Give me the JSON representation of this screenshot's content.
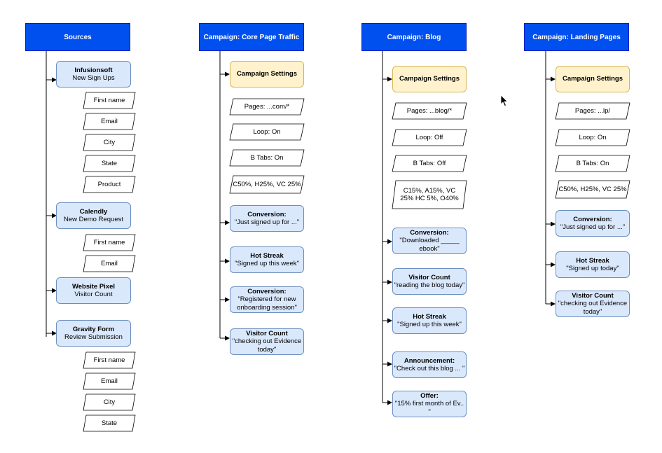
{
  "sources": {
    "header": "Sources",
    "groups": [
      {
        "title": "Infusionsoft",
        "subtitle": "New Sign Ups",
        "fields": [
          "First name",
          "Email",
          "City",
          "State",
          "Product"
        ]
      },
      {
        "title": "Calendly",
        "subtitle": "New Demo Request",
        "fields": [
          "First name",
          "Email"
        ]
      },
      {
        "title": "Website Pixel",
        "subtitle": "Visitor Count",
        "fields": []
      },
      {
        "title": "Gravity Form",
        "subtitle": "Review Submission",
        "fields": [
          "First name",
          "Email",
          "City",
          "State"
        ]
      }
    ]
  },
  "core": {
    "header": "Campaign: Core Page Traffic",
    "settings": "Campaign Settings",
    "params": [
      "Pages: ...com/*",
      "Loop: On",
      "B Tabs: On",
      "C50%, H25%, VC 25%"
    ],
    "items": [
      {
        "title": "Conversion:",
        "text": "\"Just signed up for ...\""
      },
      {
        "title": "Hot Streak",
        "text": "\"Signed up this week\""
      },
      {
        "title": "Conversion:",
        "text": "\"Registered for new onboarding session\""
      },
      {
        "title": "Visitor Count",
        "text": "\"checking out Evidence today\""
      }
    ]
  },
  "blog": {
    "header": "Campaign: Blog",
    "settings": "Campaign Settings",
    "params": [
      "Pages: ...blog/*",
      "Loop: Off",
      "B Tabs: Off",
      "C15%, A15%, VC 25% HC 5%, O40%"
    ],
    "items": [
      {
        "title": "Conversion:",
        "text": "\"Downloaded _____ ebook\""
      },
      {
        "title": "Visitor Count",
        "text": "\"reading the blog today\""
      },
      {
        "title": "Hot Streak",
        "text": "\"Signed up this week\""
      },
      {
        "title": "Announcement:",
        "text": "\"Check out this blog ... \""
      },
      {
        "title": "Offer:",
        "text": "\"15% first month of Ev.. \""
      }
    ]
  },
  "landing": {
    "header": "Campaign: Landing Pages",
    "settings": "Campaign Settings",
    "params": [
      "Pages: ...lp/",
      "Loop: On",
      "B Tabs: On",
      "C50%, H25%, VC 25%"
    ],
    "items": [
      {
        "title": "Conversion:",
        "text": "\"Just signed up for ...\""
      },
      {
        "title": "Hot Streak",
        "text": "\"Signed up today\""
      },
      {
        "title": "Visitor Count",
        "text": "\"checking out Evidence today\""
      }
    ]
  }
}
